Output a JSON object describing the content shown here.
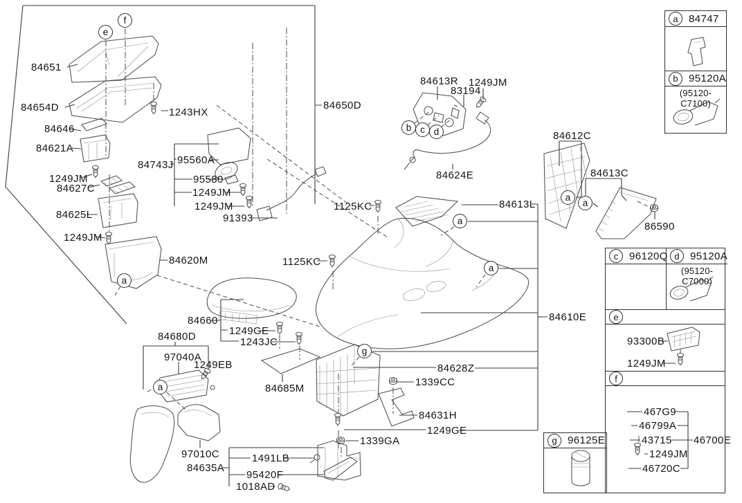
{
  "diagram_title": "Floor console exploded parts diagram",
  "callouts": {
    "c84651": "84651",
    "c84654D": "84654D",
    "c84646": "84646",
    "c84621A": "84621A",
    "c1249JM": "1249JM",
    "c84627C": "84627C",
    "c84625L": "84625L",
    "c84620M": "84620M",
    "c1243HX": "1243HX",
    "c84650D": "84650D",
    "c84743J": "84743J",
    "c95560A": "95560A",
    "c95580": "95580",
    "c91393": "91393",
    "c84613R": "84613R",
    "c83194": "83194",
    "c84624E": "84624E",
    "c84612C": "84612C",
    "c84613C": "84613C",
    "c86590": "86590",
    "c1125KC": "1125KC",
    "c84613L": "84613L",
    "c84610E": "84610E",
    "c84660": "84660",
    "c1249GE": "1249GE",
    "c1243JC": "1243JC",
    "c84685M": "84685M",
    "c84628Z": "84628Z",
    "c1339CC": "1339CC",
    "c84631H": "84631H",
    "c1339GA": "1339GA",
    "c84680D": "84680D",
    "c97040A": "97040A",
    "c1249EB": "1249EB",
    "c97010C": "97010C",
    "c1491LB": "1491LB",
    "c84635A": "84635A",
    "c95420F": "95420F",
    "c1018AD": "1018AD"
  },
  "markers": {
    "a": "a",
    "b": "b",
    "c": "c",
    "d": "d",
    "e": "e",
    "f": "f",
    "g": "g"
  },
  "ref": {
    "a": {
      "num": "84747"
    },
    "b": {
      "num": "95120A",
      "variant": "(95120-C7100)"
    },
    "c": {
      "num": "96120Q"
    },
    "d": {
      "num": "95120A",
      "variant": "(95120-C7000)"
    },
    "e": {
      "items": [
        "93300B",
        "1249JM"
      ]
    },
    "f": {
      "items": [
        "467G9",
        "46799A",
        "43715",
        "1249JM",
        "46720C"
      ],
      "assembly": "46700E"
    },
    "g": {
      "num": "96125E"
    }
  }
}
